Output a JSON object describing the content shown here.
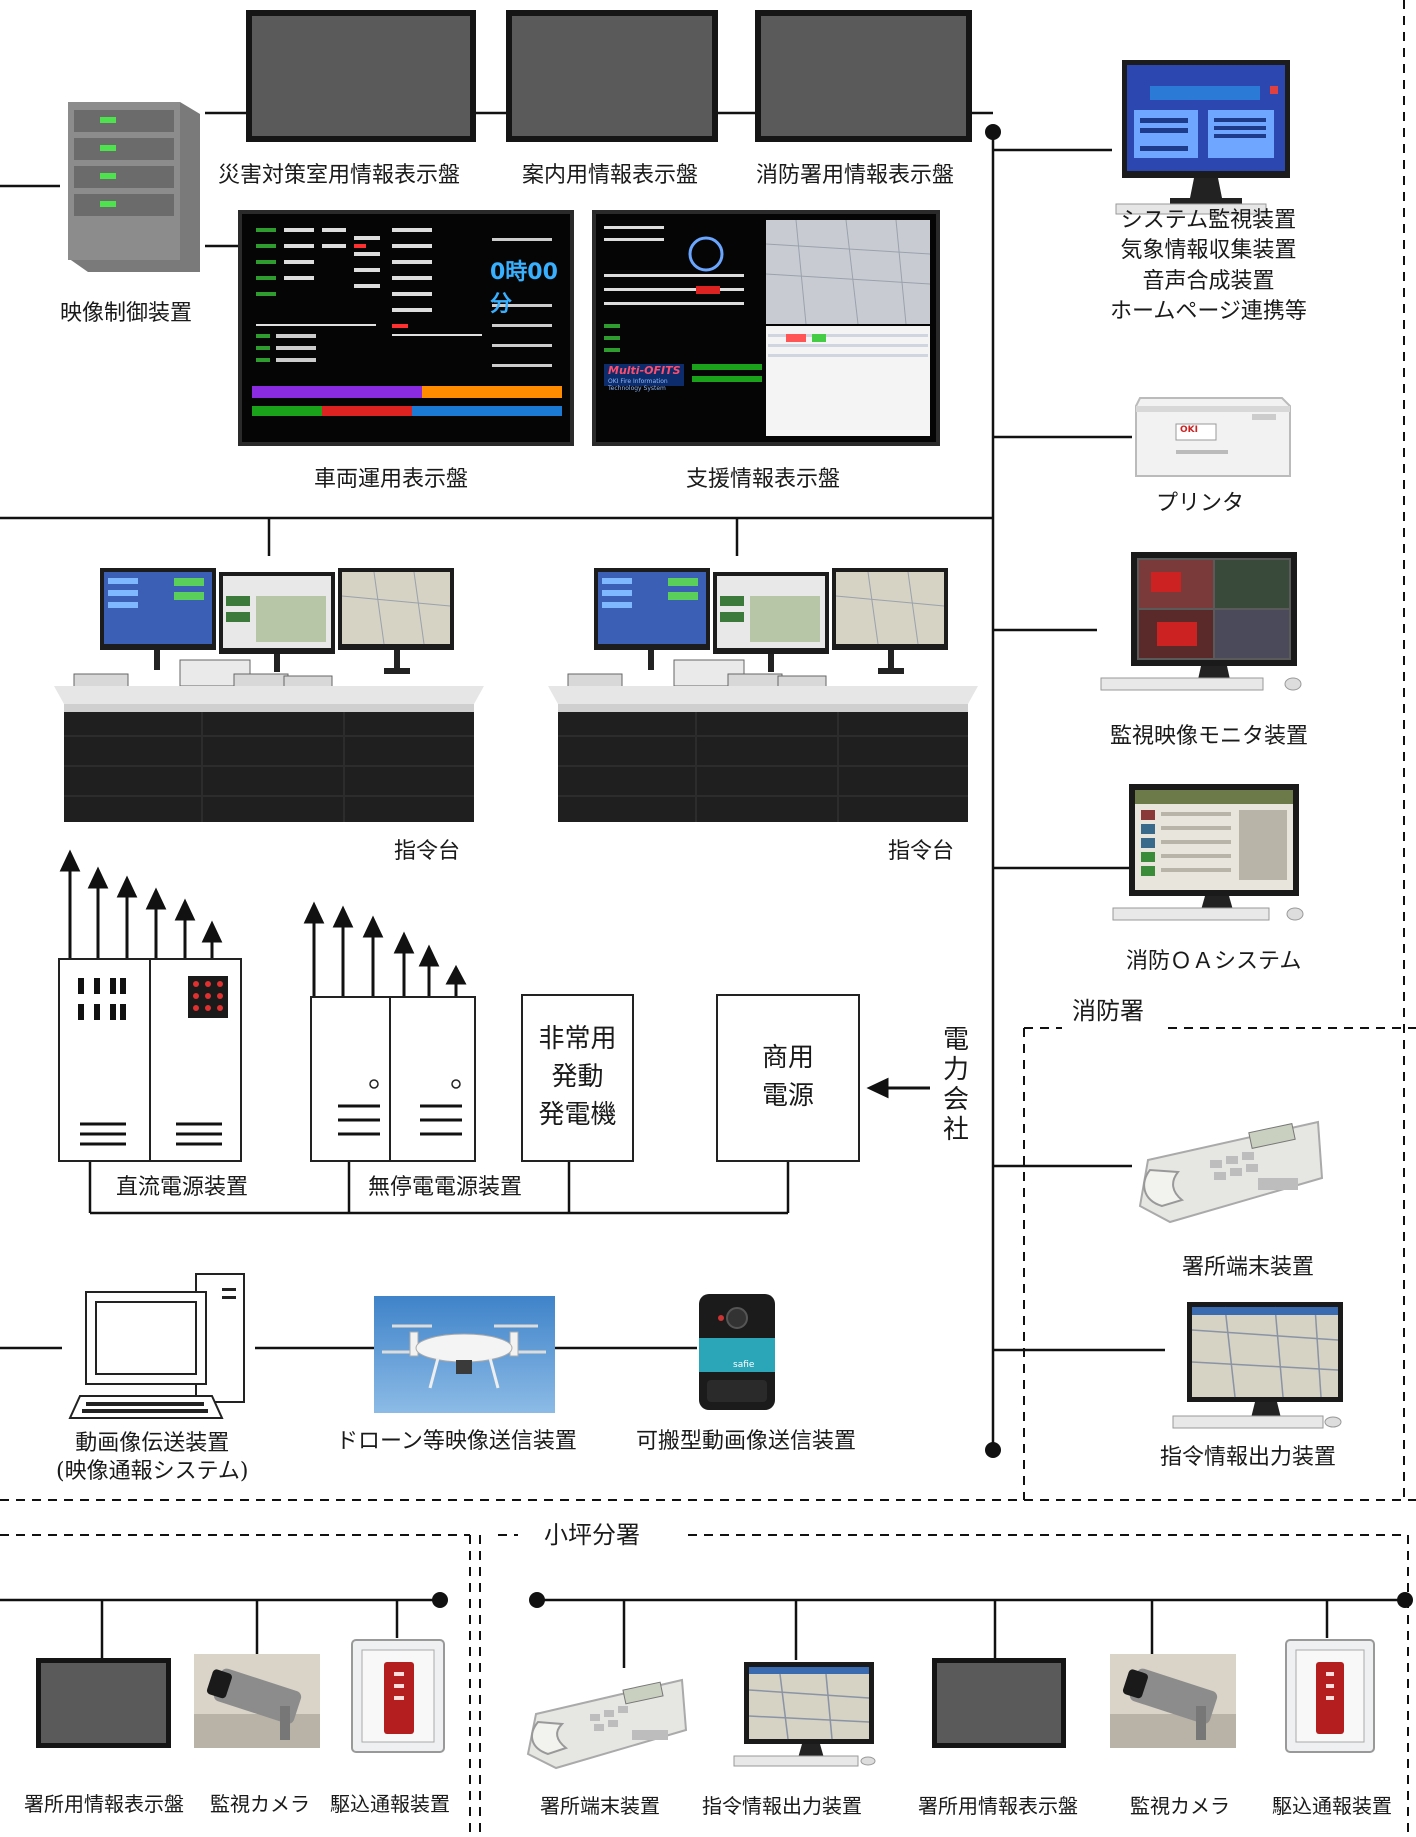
{
  "hq": {
    "video_controller_label": "映像制御装置",
    "displays": [
      "災害対策室用情報表示盤",
      "案内用情報表示盤",
      "消防署用情報表示盤"
    ],
    "vehicle_board_label": "車両運用表示盤",
    "support_board_label": "支援情報表示盤",
    "vehicle_board_clock": "0時00分",
    "support_board_logo": "Multi-OFITS",
    "support_board_logo_sub": "OKI Fire Information Technology System",
    "console_labels": [
      "指令台",
      "指令台"
    ],
    "dc_power_label": "直流電源装置",
    "ups_label": "無停電電源装置",
    "generator_label": "非常用\n発動\n発電機",
    "commercial_power_label": "商用\n電源",
    "power_company_label": "電\n力\n会\n社",
    "video_transfer_label": "動画像伝送装置\n(映像通報システム)",
    "drone_label": "ドローン等映像送信装置",
    "portable_label": "可搬型動画像送信装置",
    "portable_brand": "safie"
  },
  "right_column": {
    "system_monitor_label": "システム監視装置\n気象情報収集装置\n音声合成装置\nホームページ連携等",
    "printer_label": "プリンタ",
    "printer_brand": "OKI",
    "cctv_monitor_label": "監視映像モニタ装置",
    "oa_system_label": "消防ＯＡシステム"
  },
  "fire_station": {
    "section_label": "消防署",
    "station_terminal_label": "署所端末装置",
    "dispatch_output_label": "指令情報出力装置"
  },
  "branch_left": {
    "items": [
      "署所用情報表示盤",
      "監視カメラ",
      "駆込通報装置"
    ]
  },
  "branch_right": {
    "section_label": "小坪分署",
    "items": [
      "署所端末装置",
      "指令情報出力装置",
      "署所用情報表示盤",
      "監視カメラ",
      "駆込通報装置"
    ]
  },
  "colors": {
    "line": "#111111",
    "monitor_gray": "#5a5a5a",
    "monitor_bezel": "#151515",
    "alarm_red": "#b51e1e",
    "drone_sky": "#4a8fd1",
    "safie_teal": "#2aa6b8"
  }
}
